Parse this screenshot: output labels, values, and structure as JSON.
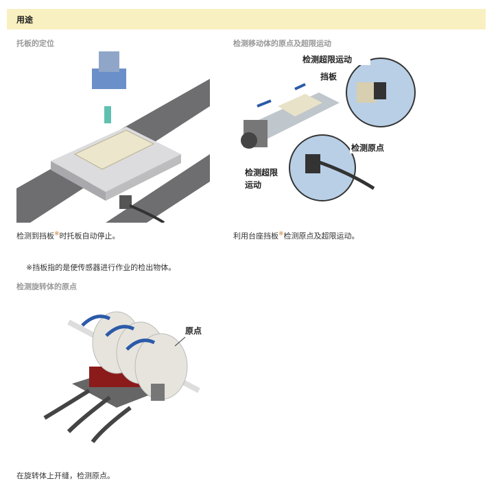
{
  "header": {
    "title": "用途"
  },
  "sections": [
    {
      "title": "托板的定位",
      "caption_before": "检测到挡板",
      "caption_mark": "※",
      "caption_after": "时托板自动停止。"
    },
    {
      "title": "检测移动体的原点及超限运动",
      "caption_before": "利用台座挡板",
      "caption_mark": "※",
      "caption_after": "检测原点及超限运动。",
      "labels": {
        "overtravel_top": "检测超限运动",
        "shutter": "挡板",
        "origin": "检测原点",
        "overtravel_bottom_1": "检测超限",
        "overtravel_bottom_2": "运动"
      }
    },
    {
      "title": "检测旋转体的原点",
      "caption": "在旋转体上开缝，检测原点。",
      "labels": {
        "origin": "原点"
      }
    }
  ],
  "note": "※挡板指的是使传感器进行作业的检出物体。",
  "colors": {
    "header_bg": "#f8f0c0",
    "mark": "#c87a2a"
  }
}
